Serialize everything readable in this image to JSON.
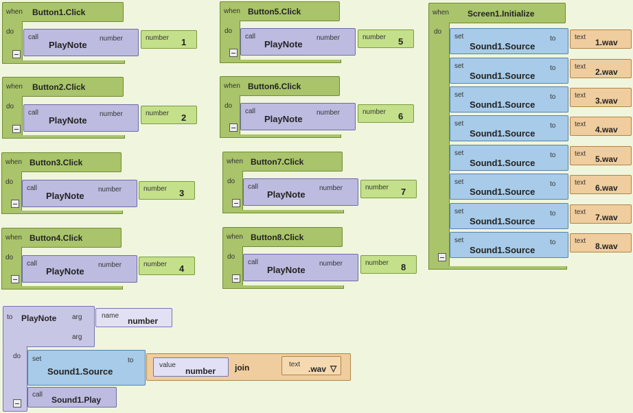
{
  "labels": {
    "when": "when",
    "do": "do",
    "call": "call",
    "number_param": "number",
    "number_block": "number",
    "set": "set",
    "to": "to",
    "text": "text",
    "arg": "arg",
    "name": "name",
    "value": "value",
    "join": "join"
  },
  "button_handlers": [
    {
      "event": "Button1.Click",
      "proc": "PlayNote",
      "value": "1"
    },
    {
      "event": "Button2.Click",
      "proc": "PlayNote",
      "value": "2"
    },
    {
      "event": "Button3.Click",
      "proc": "PlayNote",
      "value": "3"
    },
    {
      "event": "Button4.Click",
      "proc": "PlayNote",
      "value": "4"
    },
    {
      "event": "Button5.Click",
      "proc": "PlayNote",
      "value": "5"
    },
    {
      "event": "Button6.Click",
      "proc": "PlayNote",
      "value": "6"
    },
    {
      "event": "Button7.Click",
      "proc": "PlayNote",
      "value": "7"
    },
    {
      "event": "Button8.Click",
      "proc": "PlayNote",
      "value": "8"
    }
  ],
  "screen_init": {
    "event": "Screen1.Initialize",
    "sets": [
      {
        "target": "Sound1.Source",
        "value": "1.wav"
      },
      {
        "target": "Sound1.Source",
        "value": "2.wav"
      },
      {
        "target": "Sound1.Source",
        "value": "3.wav"
      },
      {
        "target": "Sound1.Source",
        "value": "4.wav"
      },
      {
        "target": "Sound1.Source",
        "value": "5.wav"
      },
      {
        "target": "Sound1.Source",
        "value": "6.wav"
      },
      {
        "target": "Sound1.Source",
        "value": "7.wav"
      },
      {
        "target": "Sound1.Source",
        "value": "8.wav"
      }
    ]
  },
  "procedure": {
    "name": "PlayNote",
    "arg_name": "number",
    "set_target": "Sound1.Source",
    "value_var": "number",
    "suffix": ".wav",
    "dropdown_icon": "dropdown-triangle-icon",
    "call_method": "Sound1.Play"
  }
}
